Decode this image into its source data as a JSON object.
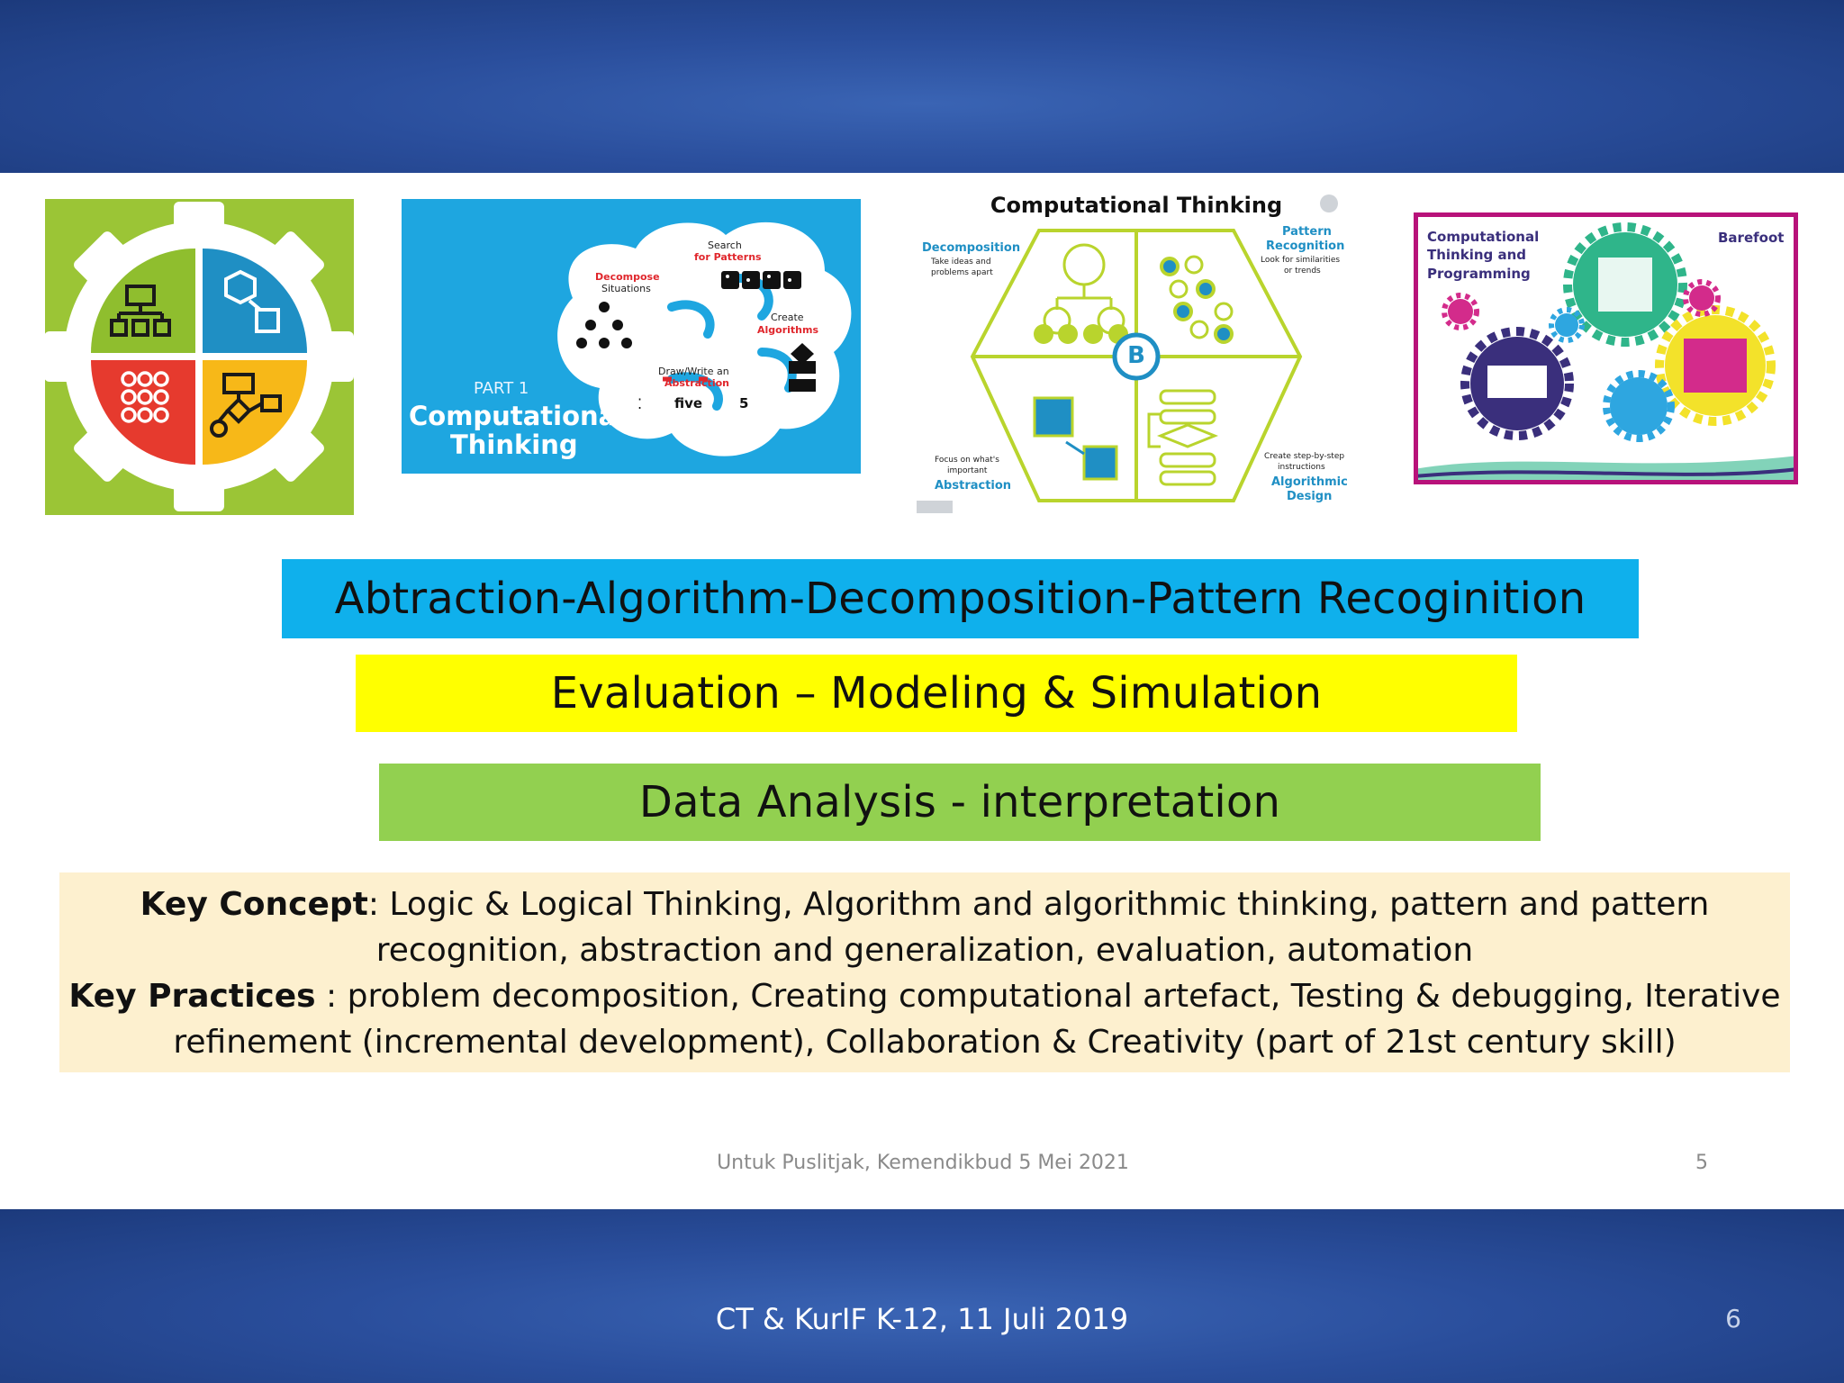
{
  "images": {
    "ct_brain": {
      "part_label": "PART 1",
      "title_line1": "Computational",
      "title_line2": "Thinking",
      "decompose_a": "Decompose",
      "decompose_b": "Situations",
      "search_a": "Search",
      "search_b": "for Patterns",
      "create_a": "Create",
      "create_b": "Algorithms",
      "abstraction_a": "Draw/Write an",
      "abstraction_b": "Abstraction",
      "five_label": "five",
      "five_num": "5"
    },
    "ct_hexagon": {
      "title": "Computational Thinking",
      "decomposition": "Decomposition",
      "decomposition_desc_1": "Take ideas and",
      "decomposition_desc_2": "problems apart",
      "pattern_1": "Pattern",
      "pattern_2": "Recognition",
      "pattern_desc_1": "Look for similarities",
      "pattern_desc_2": "or trends",
      "abstraction_desc_1": "Focus on what's",
      "abstraction_desc_2": "important",
      "abstraction": "Abstraction",
      "algorithmic_desc_1": "Create step-by-step",
      "algorithmic_desc_2": "instructions",
      "algorithmic_1": "Algorithmic",
      "algorithmic_2": "Design",
      "center_letter": "B"
    },
    "barefoot": {
      "title_1": "Computational",
      "title_2": "Thinking and",
      "title_3": "Programming",
      "brand": "Barefoot"
    }
  },
  "bars": {
    "blue": "Abtraction-Algorithm-Decomposition-Pattern Recoginition",
    "yellow": "Evaluation – Modeling & Simulation",
    "green": "Data Analysis - interpretation"
  },
  "key": {
    "concept_label": "Key  Concept",
    "concept_text": ": Logic & Logical Thinking, Algorithm and algorithmic thinking, pattern and pattern recognition, abstraction and generalization, evaluation, automation",
    "practices_label": "Key Practices",
    "practices_text": " : problem decomposition, Creating computational artefact, Testing & debugging, Iterative refinement (incremental development), Collaboration & Creativity (part of 21st century skill)"
  },
  "inner_footer": {
    "text": "Untuk Puslitjak, Kemendikbud 5 Mei 2021",
    "page": "5"
  },
  "outer_footer": {
    "text": "CT & KurIF K-12, 11 Juli  2019",
    "page": "6"
  },
  "colors": {
    "band": "#2a4e9c",
    "blue_bar": "#0fb0ec",
    "yellow_bar": "#ffff00",
    "green_bar": "#92d050",
    "key_box": "#fdf0cf"
  }
}
